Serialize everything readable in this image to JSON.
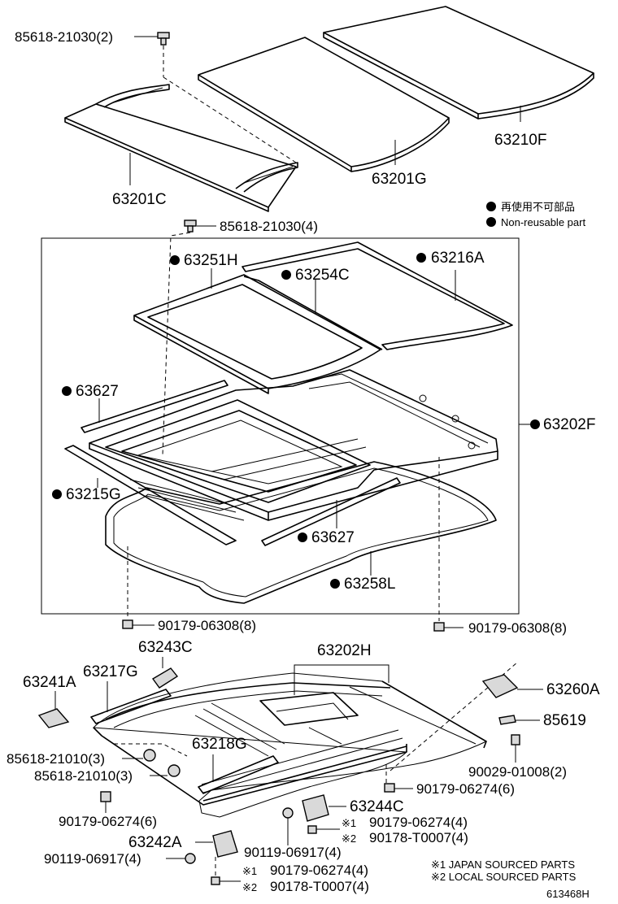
{
  "legend": {
    "jp_text": "再使用不可部品",
    "en_text": "Non-reusable part"
  },
  "parts": {
    "p85618_21030_2": "85618-21030(2)",
    "p63201C": "63201C",
    "p63201G": "63201G",
    "p63210F": "63210F",
    "p85618_21030_4": "85618-21030(4)",
    "p63251H": "63251H",
    "p63254C": "63254C",
    "p63216A": "63216A",
    "p63627_a": "63627",
    "p63202F": "63202F",
    "p63215G": "63215G",
    "p63627_b": "63627",
    "p63258L": "63258L",
    "p90179_06308_left": "90179-06308(8)",
    "p90179_06308_right": "90179-06308(8)",
    "p63202H": "63202H",
    "p63243C": "63243C",
    "p63241A": "63241A",
    "p63217G": "63217G",
    "p63260A": "63260A",
    "p85619": "85619",
    "p85618_21010_a": "85618-21010(3)",
    "p63218G": "63218G",
    "p85618_21010_b": "85618-21010(3)",
    "p90029_01008": "90029-01008(2)",
    "p90179_06274_6_right": "90179-06274(6)",
    "p90179_06274_6_left": "90179-06274(6)",
    "p63244C": "63244C",
    "p90179_06274_4_a": "90179-06274(4)",
    "p90178_T0007_4_a": "90178-T0007(4)",
    "p63242A": "63242A",
    "p90119_06917_left": "90119-06917(4)",
    "p90119_06917_mid": "90119-06917(4)",
    "p90179_06274_4_b": "90179-06274(4)",
    "p90178_T0007_4_b": "90178-T0007(4)"
  },
  "marks": {
    "ref1": "※1",
    "ref2": "※2"
  },
  "footnotes": {
    "note1": "※1 JAPAN SOURCED PARTS",
    "note2": "※2 LOCAL SOURCED PARTS"
  },
  "diagram_code": "613468H",
  "icons": {
    "non_reusable": "filled-circle-icon"
  }
}
